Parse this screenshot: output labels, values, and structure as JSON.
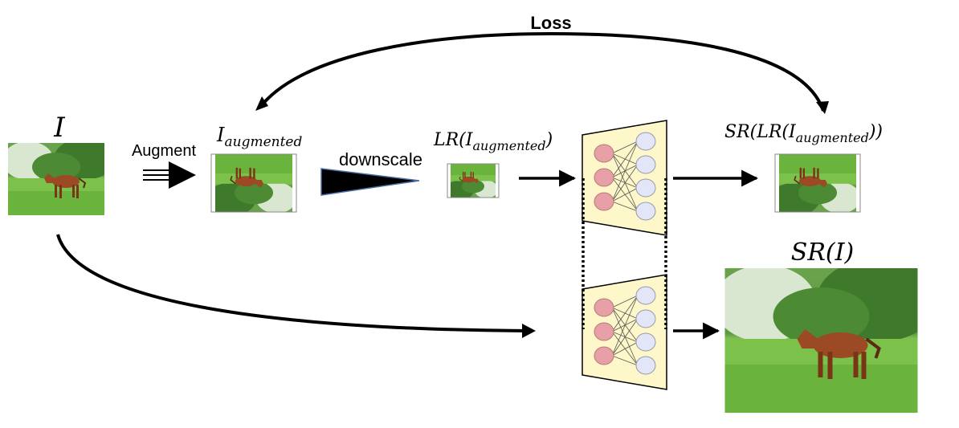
{
  "labels": {
    "loss": "Loss",
    "augment": "Augment",
    "downscale": "downscale",
    "input": "I",
    "augmented": {
      "base": "I",
      "sub": "augmented"
    },
    "lr": {
      "pre": "LR(I",
      "sub": "augmented",
      "post": ")"
    },
    "sr_lr": {
      "pre": "SR(LR(I",
      "sub": "augmented",
      "post": "))"
    },
    "sr_i": "SR(I)"
  },
  "photos": [
    {
      "id": "input",
      "content": "horse in meadow",
      "flipped": false
    },
    {
      "id": "augmented",
      "content": "horse in meadow (flipped)",
      "flipped": true
    },
    {
      "id": "lr",
      "content": "horse in meadow (flipped, downscaled)",
      "flipped": true
    },
    {
      "id": "sr-lr",
      "content": "horse in meadow (flipped)",
      "flipped": true
    },
    {
      "id": "sr-i",
      "content": "horse in meadow",
      "flipped": false
    }
  ],
  "colors": {
    "network_fill": "#fdf7c9",
    "input_node": "#e7a0a6",
    "output_node": "#e3e6f7",
    "arrow": "#000000",
    "grass": "#7cc24a",
    "tree": "#3f7a2c",
    "horse": "#9b4a24"
  }
}
